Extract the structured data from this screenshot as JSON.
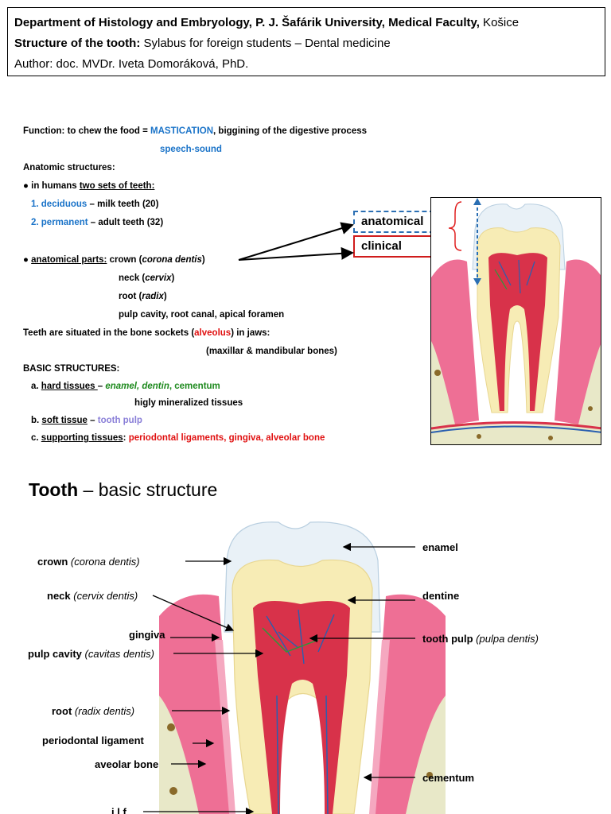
{
  "header": {
    "line1_bold": "Department of Histology and Embryology, P. J. Šafárik University, Medical Faculty,",
    "line1_normal": " Košice",
    "line2_bold": "Structure of the tooth:",
    "line2_normal": " Sylabus for foreign students – Dental medicine",
    "line3": "Author: doc. MVDr. Iveta Domoráková, PhD."
  },
  "function": {
    "prefix": "Function: to chew the food = ",
    "highlight": "MASTICATION",
    "suffix": ", biggining of the digestive process",
    "second": "speech-sound"
  },
  "anatomic": {
    "heading": "Anatomic structures:",
    "sets_bullet": "● in humans ",
    "sets_u": "two sets of teeth:",
    "item1_label": "1. deciduous",
    "item1_rest": " – milk teeth (20)",
    "item2_label": "2. permanent",
    "item2_rest": " – adult teeth (32)",
    "parts_bullet": "● ",
    "parts_u": "anatomical parts:",
    "crown_pre": " crown (",
    "crown_i": "corona dentis",
    "crown_post": ")",
    "neck_pre": "neck (",
    "neck_i": "cervix",
    "neck_post": ")",
    "root_pre": "root (",
    "root_i": "radix",
    "root_post": ")",
    "pulp": "pulp cavity, root canal, apical foramen",
    "situated_pre": "Teeth are situated in the bone sockets (",
    "situated_red": "alveolus",
    "situated_post": ") in jaws:",
    "jaws": "(maxillar & mandibular bones)"
  },
  "basic": {
    "heading": "BASIC STRUCTURES:",
    "a_pre": "a. ",
    "a_u": "hard tissues ",
    "a_dash": "– ",
    "a_i": "enamel, dentin",
    "a_rest": ", cementum",
    "a_note": "higly mineralized tissues",
    "b_pre": "b. ",
    "b_u": "soft tissue",
    "b_dash": " – ",
    "b_color": "tooth pulp",
    "c_pre": "c. ",
    "c_u": "supporting tissues",
    "c_colon": ": ",
    "c_red": "periodontal ligaments, gingiva, alveolar bone"
  },
  "crown_labels": {
    "anatomical": "anatomical",
    "clinical": "clinical"
  },
  "section": {
    "title_bold": "Tooth",
    "title_rest": " – basic structure"
  },
  "diagram_labels": {
    "crown_b": "crown",
    "crown_i": "(corona dentis)",
    "neck_b": "neck",
    "neck_i": "(cervix dentis)",
    "gingiva": "gingiva",
    "pulpcav_b": "pulp cavity",
    "pulpcav_i": "(cavitas dentis)",
    "root_b": "root",
    "root_i": "(radix dentis)",
    "perio": "periodontal ligament",
    "aveolar": "aveolar bone",
    "partial_bottom": "i    l  f",
    "enamel": "enamel",
    "dentine": "dentine",
    "pulp_b": "tooth pulp",
    "pulp_i": "(pulpa dentis)",
    "cementum": "cementum"
  },
  "colors": {
    "blue": "#1a73c8",
    "green": "#1e8a1e",
    "red": "#e01010",
    "lavender": "#8a7fd8",
    "enamel": "#e9f1f7",
    "dentine": "#f7ecb5",
    "pulp": "#d8324a",
    "gingiva": "#ee6f95",
    "bone": "#e8e8c8"
  }
}
